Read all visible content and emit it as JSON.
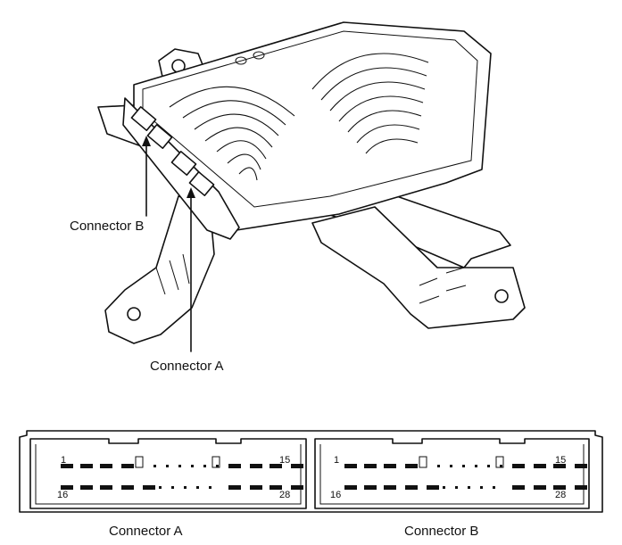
{
  "labels": {
    "connector_b_callout": "Connector B",
    "connector_a_callout": "Connector A",
    "connector_a_caption": "Connector A",
    "connector_b_caption": "Connector B"
  },
  "connector_a": {
    "pin_first_top": "1",
    "pin_last_top": "15",
    "pin_first_bottom": "16",
    "pin_last_bottom": "28"
  },
  "connector_b": {
    "pin_first_top": "1",
    "pin_last_top": "15",
    "pin_first_bottom": "16",
    "pin_last_bottom": "28"
  }
}
